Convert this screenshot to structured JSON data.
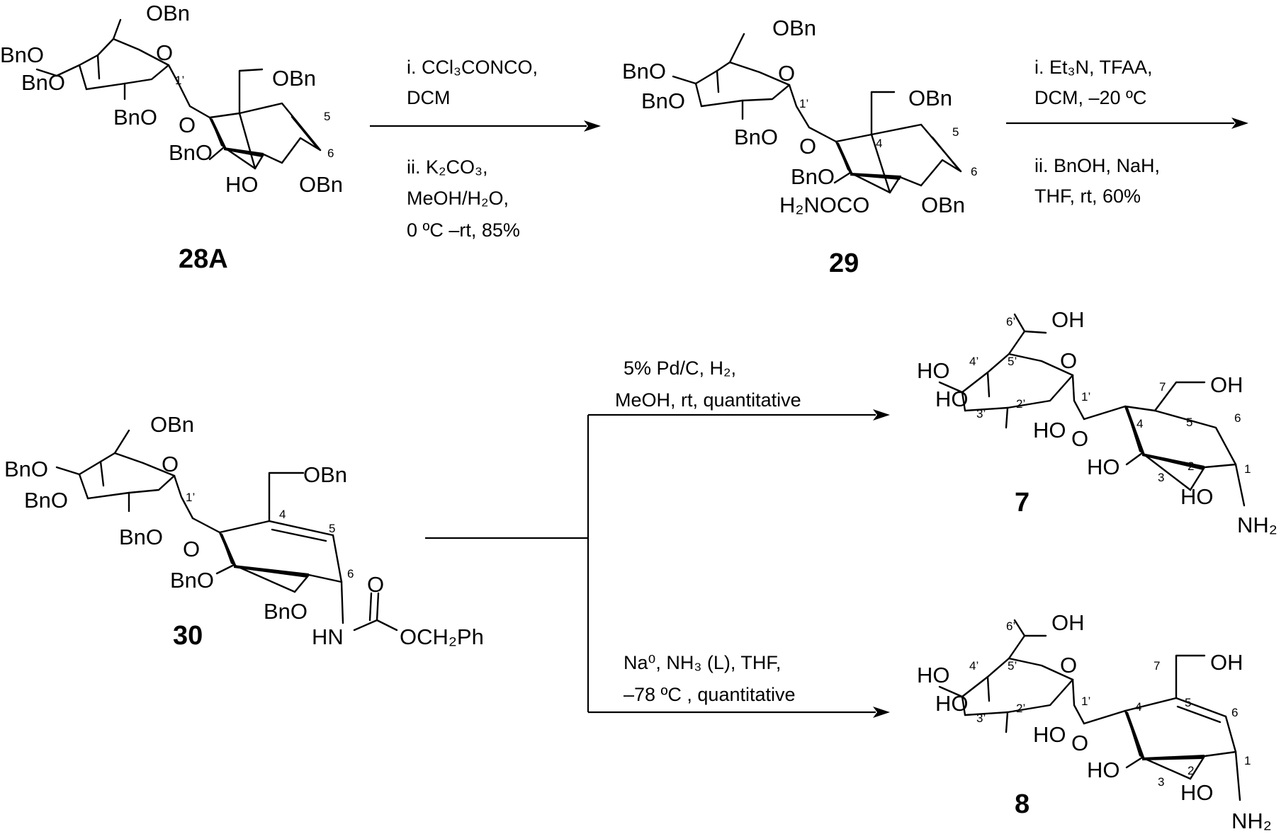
{
  "compounds": {
    "c28A": {
      "id": "28A",
      "labels": [
        "OBn",
        "BnO",
        "BnO",
        "O",
        "1’",
        "BnO",
        "O",
        "OBn",
        "5",
        "BnO",
        "6",
        "HO",
        "OBn"
      ]
    },
    "c29": {
      "id": "29",
      "labels": [
        "OBn",
        "BnO",
        "BnO",
        "O",
        "1’",
        "OBn",
        "BnO",
        "O",
        "4",
        "5",
        "BnO",
        "6",
        "H₂NOCO",
        "OBn"
      ]
    },
    "c30": {
      "id": "30",
      "labels": [
        "OBn",
        "BnO",
        "BnO",
        "O",
        "1’",
        "OBn",
        "BnO",
        "O",
        "4",
        "5",
        "BnO",
        "6",
        "BnO",
        "O",
        "HN",
        "OCH₂Ph"
      ]
    },
    "c7": {
      "id": "7",
      "labels": [
        "6’",
        "OH",
        "4’",
        "5’",
        "O",
        "HO",
        "HO",
        "3’",
        "2’",
        "1’",
        "7",
        "OH",
        "HO",
        "O",
        "4",
        "5",
        "6",
        "HO",
        "3",
        "2",
        "1",
        "HO",
        "NH₂"
      ]
    },
    "c8": {
      "id": "8",
      "labels": [
        "6’",
        "OH",
        "4’",
        "5’",
        "O",
        "HO",
        "HO",
        "3’",
        "2’",
        "1’",
        "7",
        "OH",
        "HO",
        "O",
        "4",
        "5",
        "6",
        "HO",
        "3",
        "2",
        "1",
        "HO",
        "NH₂"
      ]
    }
  },
  "steps": {
    "s1": [
      "i. CCl₃CONCO,",
      "DCM",
      "ii. K₂CO₃,",
      "MeOH/H₂O,",
      "0 ºC –rt, 85%"
    ],
    "s2": [
      "i. Et₃N, TFAA,",
      "DCM, –20 ºC",
      "ii. BnOH, NaH,",
      "THF, rt, 60%"
    ],
    "s3": [
      "5% Pd/C, H₂,",
      "MeOH, rt, quantitative"
    ],
    "s4": [
      "Na⁰, NH₃ (L), THF,",
      "–78 ºC , quantitative"
    ]
  }
}
